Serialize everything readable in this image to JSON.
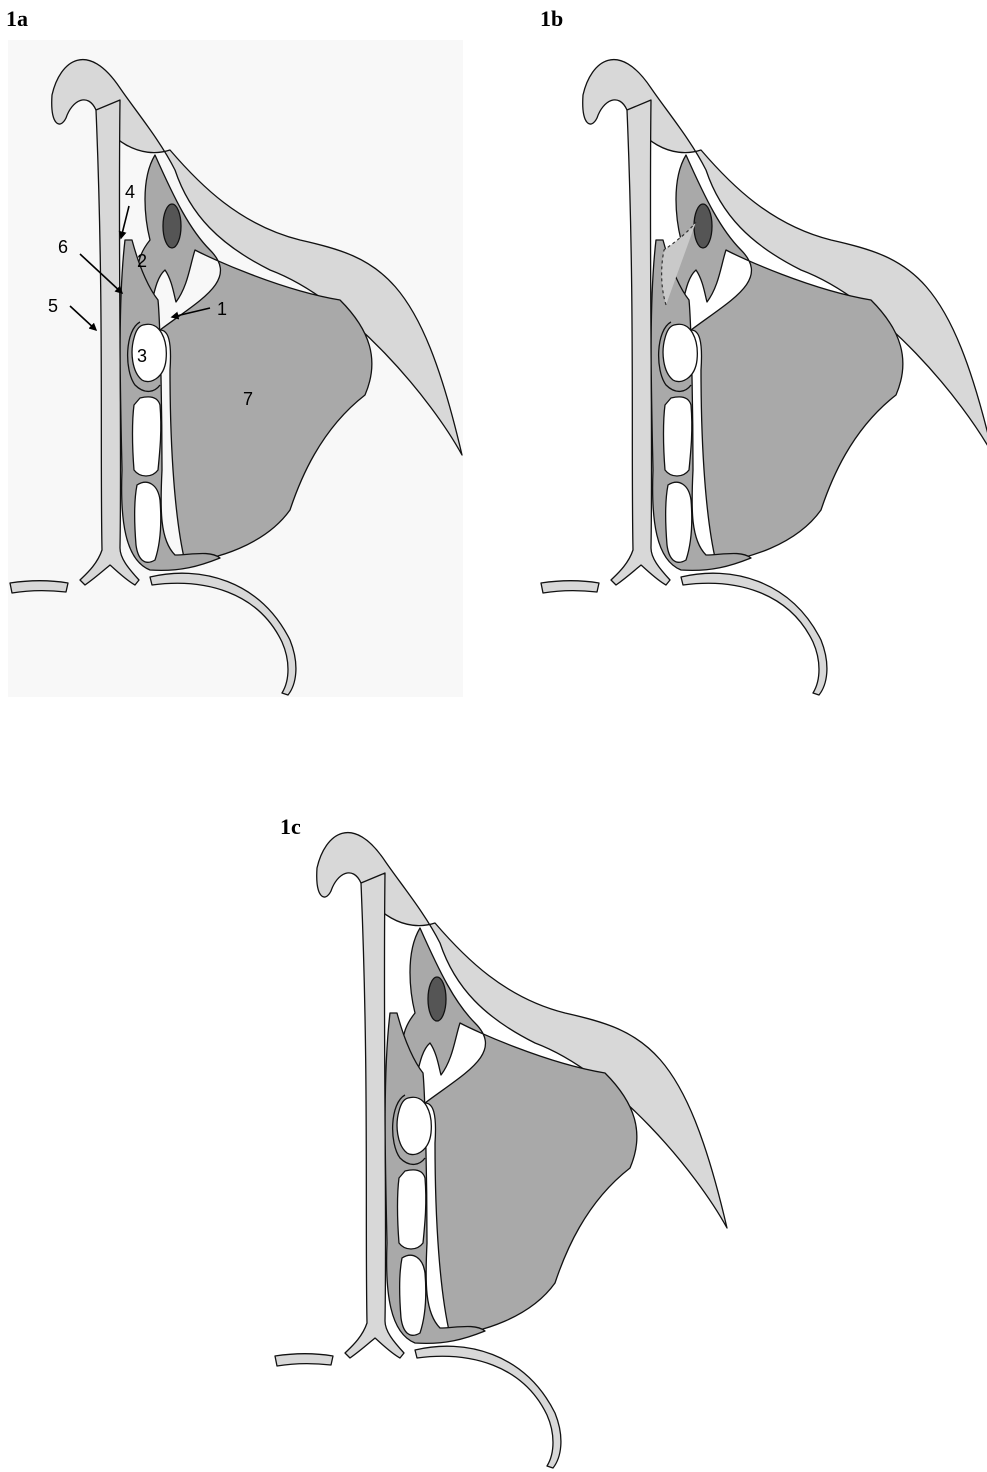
{
  "colors": {
    "background": "#ffffff",
    "panel_background": "#f8f8f8",
    "bone_light": "#d8d8d8",
    "mucosa_mid": "#a9a9a9",
    "dark_structure": "#555555",
    "outline": "#111111"
  },
  "panels": [
    {
      "label": "1a",
      "annotations": [
        {
          "label": "1"
        },
        {
          "label": "2"
        },
        {
          "label": "3"
        },
        {
          "label": "4"
        },
        {
          "label": "5"
        },
        {
          "label": "6"
        },
        {
          "label": "7"
        }
      ]
    },
    {
      "label": "1b",
      "annotations": []
    },
    {
      "label": "1c",
      "annotations": []
    }
  ]
}
